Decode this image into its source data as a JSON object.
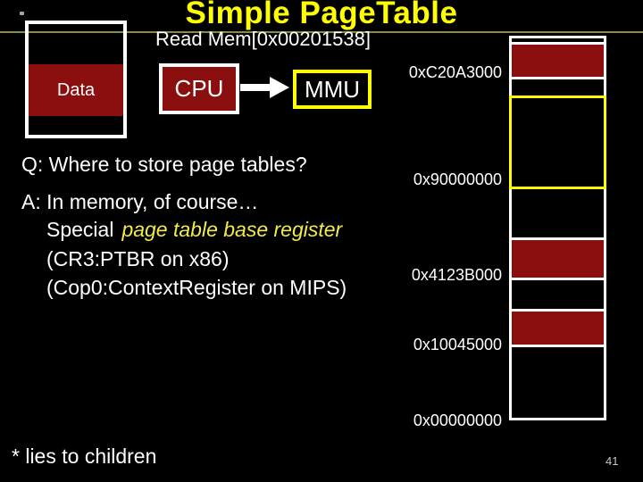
{
  "slide": {
    "title": "Simple PageTable",
    "subtitle": "Read Mem[0x00201538]",
    "footnote": "* lies to children",
    "page_number": "41"
  },
  "diagram": {
    "data_box": "Data",
    "cpu_box": "CPU",
    "mmu_box": "MMU",
    "arrow": "cpu-to-mmu-arrow"
  },
  "body_text": {
    "q_line": "Q: Where to store page tables?",
    "a_line": "A: In memory, of course…",
    "special_prefix": "Special",
    "special_highlight": "page table base register",
    "x86_line": "(CR3:PTBR on x86)",
    "mips_line": "(Cop0:ContextRegister on MIPS)"
  },
  "memory_map": {
    "address_labels": [
      "0xC20A3000",
      "0x90000000",
      "0x4123B000",
      "0x10045000",
      "0x00000000"
    ],
    "filled_block_addresses": [
      "0xC20A3000",
      "0x4123B000",
      "0x10045000"
    ],
    "highlighted_block_address": "0x90000000"
  },
  "colors": {
    "background": "#000000",
    "block_red": "#8c0f0f",
    "accent_yellow": "#ffff00",
    "highlight_text_yellow": "#f2ec44",
    "divider_olive": "#8b8b3e",
    "text_white": "#ffffff"
  }
}
